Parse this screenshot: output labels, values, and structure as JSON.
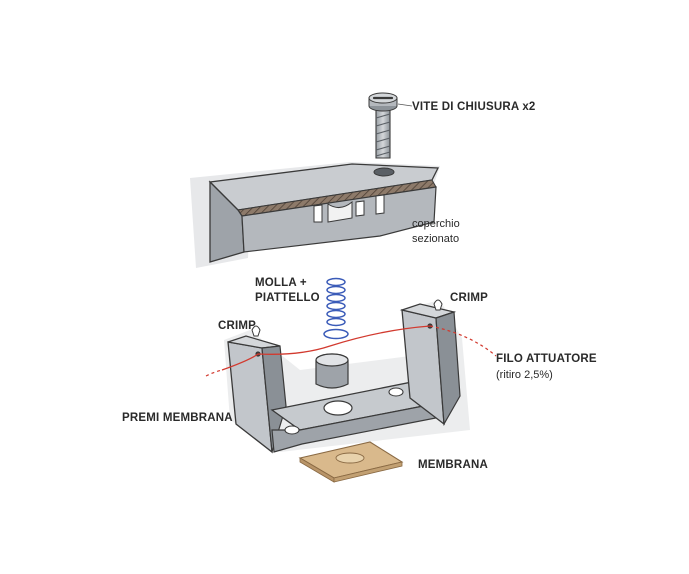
{
  "labels": {
    "screw": "VITE DI CHIUSURA x2",
    "cover_line1": "coperchio",
    "cover_line2": "sezionato",
    "spring_line1": "MOLLA +",
    "spring_line2": "PIATTELLO",
    "crimp_left": "CRIMP",
    "crimp_right": "CRIMP",
    "wire_line1": "FILO ATTUATORE",
    "wire_line2": "(ritiro 2,5%)",
    "press": "PREMI MEMBRANA",
    "membrane": "MEMBRANA"
  },
  "colors": {
    "metal_light": "#c9ccd0",
    "metal_mid": "#a9aeb4",
    "metal_dark": "#8a9096",
    "outline": "#3a3a3a",
    "section_hatch": "#6b5a4e",
    "spring": "#3a5bb8",
    "wire": "#d23a2f",
    "membrane": "#d9b98c"
  }
}
